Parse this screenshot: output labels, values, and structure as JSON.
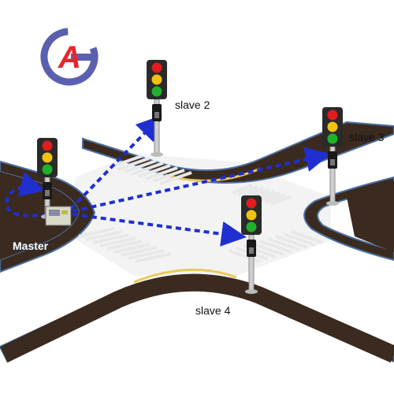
{
  "logo": {
    "letter": "A",
    "ring_color": "#5a5fb0",
    "accent_color": "#e8242b"
  },
  "labels": {
    "master": "Master",
    "slave2": "slave 2",
    "slave3": "slave 3",
    "slave4": "slave 4"
  },
  "colors": {
    "road": "#3b2a1f",
    "curb": "#4a6fa0",
    "crosswalk": "#e8e8e8",
    "signal_link": "#1f2fd0",
    "light_red": "#e11d1d",
    "light_yellow": "#f2c20f",
    "light_green": "#1fb12a"
  }
}
